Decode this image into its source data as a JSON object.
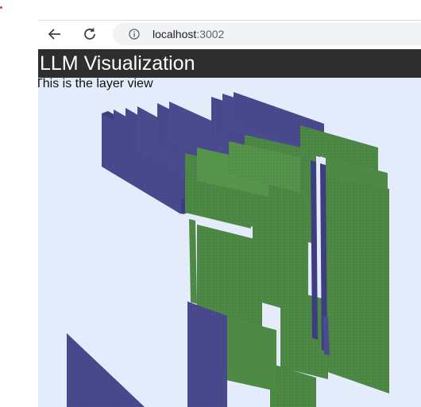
{
  "browser": {
    "url_host": "localhost",
    "url_port": ":3002",
    "icons": {
      "back": "arrow-left-icon",
      "reload": "reload-icon",
      "info": "info-icon"
    }
  },
  "app": {
    "title": "LLM Visualization",
    "subtitle": "This is the layer view"
  },
  "scene": {
    "colors": {
      "background": "#e4ecfb",
      "purple_face": "#4a4a8f",
      "purple_edge": "#2e2e6a",
      "green_face": "#4e8a45",
      "green_edge": "#2f5e2a"
    }
  }
}
